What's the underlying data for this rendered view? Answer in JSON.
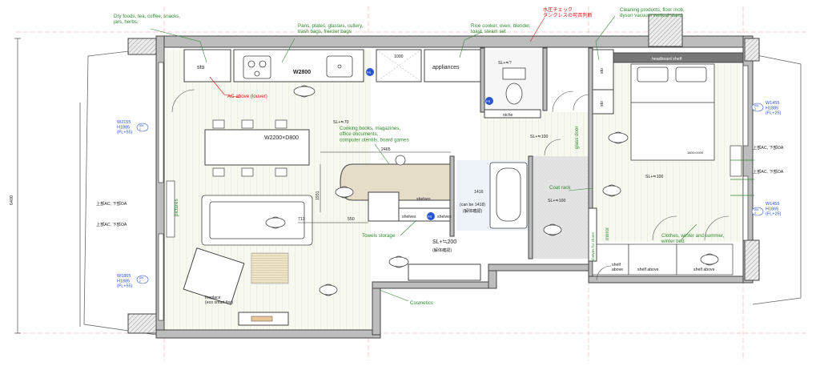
{
  "annotations": {
    "pantry_store": "Dry foods, tea, coffee, snacks,\njars, herbs,",
    "kitchen_shelf": "Pans, plates, glasses, cutlery,\ntrash bags, freezer bags",
    "appliances_note": "Rice cooker, oven, blender,\ntoast, steam set",
    "water_pressure": "水圧チェック\nタンクレスの可否判断",
    "cleaning": "Cleaning products, floor mob,\ndyson vacuum vertical stand",
    "ac_above": "AC above (louver)",
    "books": "Cooking books, magazines,\noffice documents,\ncomputer utentils, board games",
    "towels": "Towels storage",
    "cosmetics": "Cosmetics",
    "coat_rack": "Coat rack",
    "clothes": "Clothes, winter and summer,\nwinter bed"
  },
  "labels": {
    "sto_left": "sto",
    "w2800": "W2800",
    "appliances": "appliances",
    "dim_1000": "1000",
    "sl_toilet": "SL+≒?",
    "niche": "niche",
    "sto_r1": "sto",
    "sto_r2": "sto",
    "headboard": "headboard shelf",
    "sl70": "SL+≒70",
    "table": "W2200×D800",
    "sl100_hall": "SL+≒100",
    "glass_door": "glass door",
    "sl100_bed": "SL+≒100",
    "sl100_entry": "SL+≒100",
    "dim_2465": "2465",
    "dim_1416": "1416",
    "can_be": "(can be 1418)",
    "kaitai1": "(解体確認)",
    "shelves1": "shelves",
    "shelves2": "shelves",
    "shelves3": "shelves",
    "dim_713": "713",
    "dim_550": "550",
    "dim_1931": "1931",
    "sl200": "SL+≒200",
    "kaitai2": "(解体確認)",
    "shelves_shoes": "shelves for shoes",
    "mirror": "mirror",
    "shelf_above1": "shelf\nabove",
    "shelf_above2": "shelf above",
    "shelf_above3": "shelf above",
    "pictures": "pictures",
    "fireplace": "fireplace\n(eco smart fire)",
    "dim_6400": "6400",
    "ac_left1": "上部AC, 下部OA",
    "ac_left2": "上部AC, 下部OA",
    "ac_right1": "上部AC, 下部OA",
    "ac_right2": "上部AC, 下部OA",
    "win_l1": "W2155\nH1885\n(FL+55)",
    "win_l2": "W1865\nH1885\n(FL+55)",
    "win_r1": "W1455\nH1885\n(FL+25)",
    "win_r2": "W1455\nH1865\n(FL+25)",
    "aw1": "AW\n1",
    "aw2": "AW\n2",
    "aw3": "AW\n3",
    "aw4": "AW\n4",
    "bed_dim": "1800×2000",
    "ps1": "PS",
    "ps2": "PS",
    "ps3": "PS"
  },
  "colors": {
    "annotation": "#2e8b2e",
    "warning": "#d11111",
    "window_tag": "#2a55d0",
    "wall": "#555555",
    "wood_floor": "#f4f6ec",
    "wet_floor": "#dcdcdc"
  }
}
